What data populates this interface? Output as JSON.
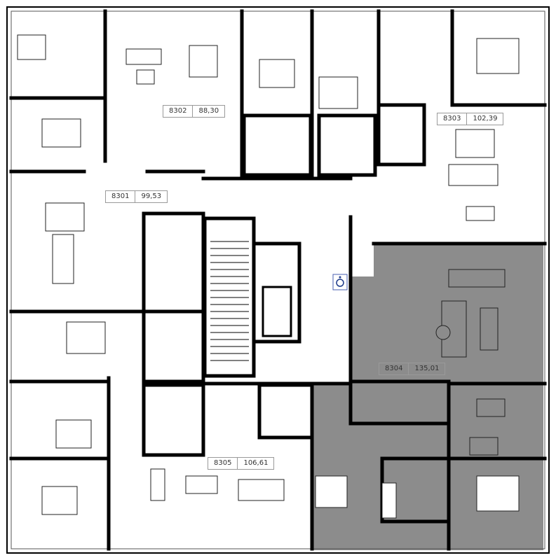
{
  "plan": {
    "highlight_color": "#8c8c8c",
    "wall_color": "#000000",
    "units": [
      {
        "id": "8301",
        "area": "99,53"
      },
      {
        "id": "8302",
        "area": "88,30"
      },
      {
        "id": "8303",
        "area": "102,39"
      },
      {
        "id": "8304",
        "area": "135,01",
        "highlighted": true
      },
      {
        "id": "8305",
        "area": "106,61"
      }
    ],
    "icons": [
      "wheelchair-accessibility-icon",
      "stair-icon",
      "elevator-icon"
    ]
  }
}
